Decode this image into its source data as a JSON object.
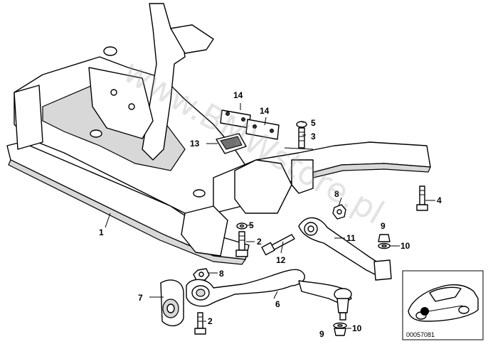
{
  "diagram": {
    "callouts": [
      {
        "id": "c1",
        "text": "1"
      },
      {
        "id": "c2a",
        "text": "2"
      },
      {
        "id": "c2b",
        "text": "2"
      },
      {
        "id": "c3",
        "text": "3"
      },
      {
        "id": "c4",
        "text": "4"
      },
      {
        "id": "c5a",
        "text": "5"
      },
      {
        "id": "c5b",
        "text": "5"
      },
      {
        "id": "c6",
        "text": "6"
      },
      {
        "id": "c7",
        "text": "7"
      },
      {
        "id": "c8a",
        "text": "8"
      },
      {
        "id": "c8b",
        "text": "8"
      },
      {
        "id": "c9a",
        "text": "9"
      },
      {
        "id": "c9b",
        "text": "9"
      },
      {
        "id": "c10a",
        "text": "10"
      },
      {
        "id": "c10b",
        "text": "10"
      },
      {
        "id": "c11",
        "text": "11"
      },
      {
        "id": "c12",
        "text": "12"
      },
      {
        "id": "c13",
        "text": "13"
      },
      {
        "id": "c14a",
        "text": "14"
      },
      {
        "id": "c14b",
        "text": "14"
      }
    ],
    "watermark": "www.BMWstore.pl",
    "reference_code": "00057081",
    "colors": {
      "line": "#000000",
      "background": "#ffffff",
      "watermark": "#9a9a9a"
    }
  }
}
